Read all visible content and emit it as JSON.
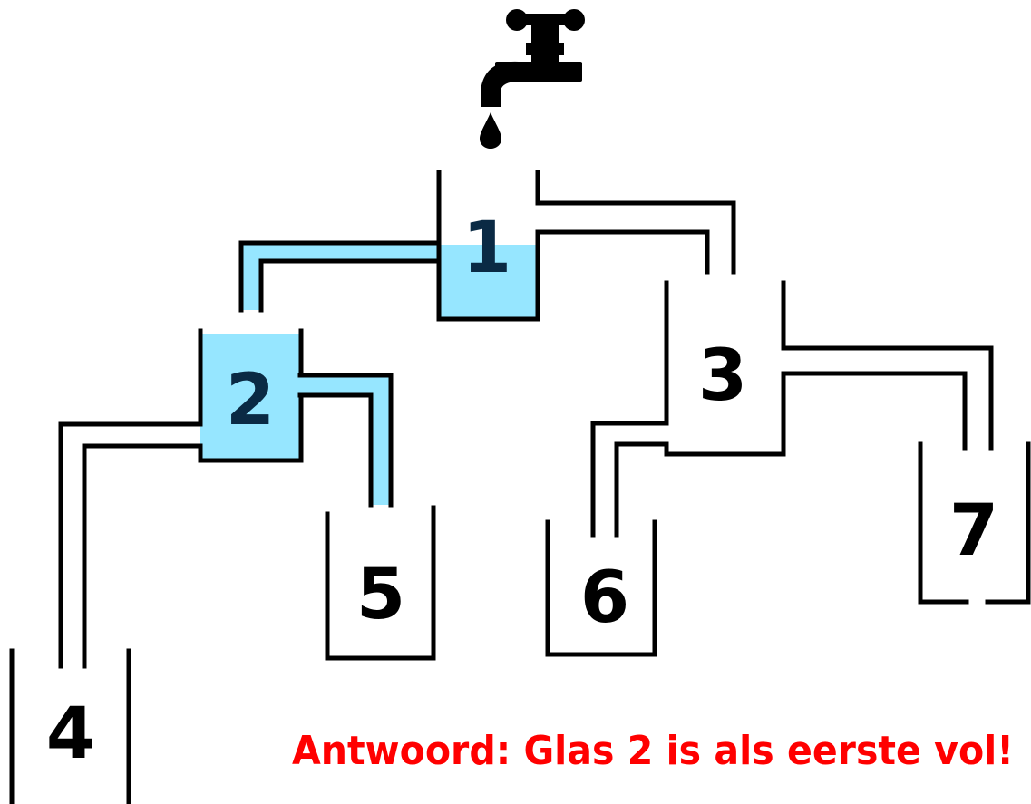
{
  "glasses": {
    "g1": "1",
    "g2": "2",
    "g3": "3",
    "g4": "4",
    "g5": "5",
    "g6": "6",
    "g7": "7"
  },
  "answer": "Antwoord: Glas 2 is als eerste vol!",
  "colors": {
    "water": "#96e6ff",
    "lines": "#000000",
    "answer": "#ff0000",
    "filled_number": "#0a2a44",
    "background": "#ffffff"
  },
  "icons": {
    "tap": "water-tap-icon",
    "drop": "water-drop-icon"
  }
}
